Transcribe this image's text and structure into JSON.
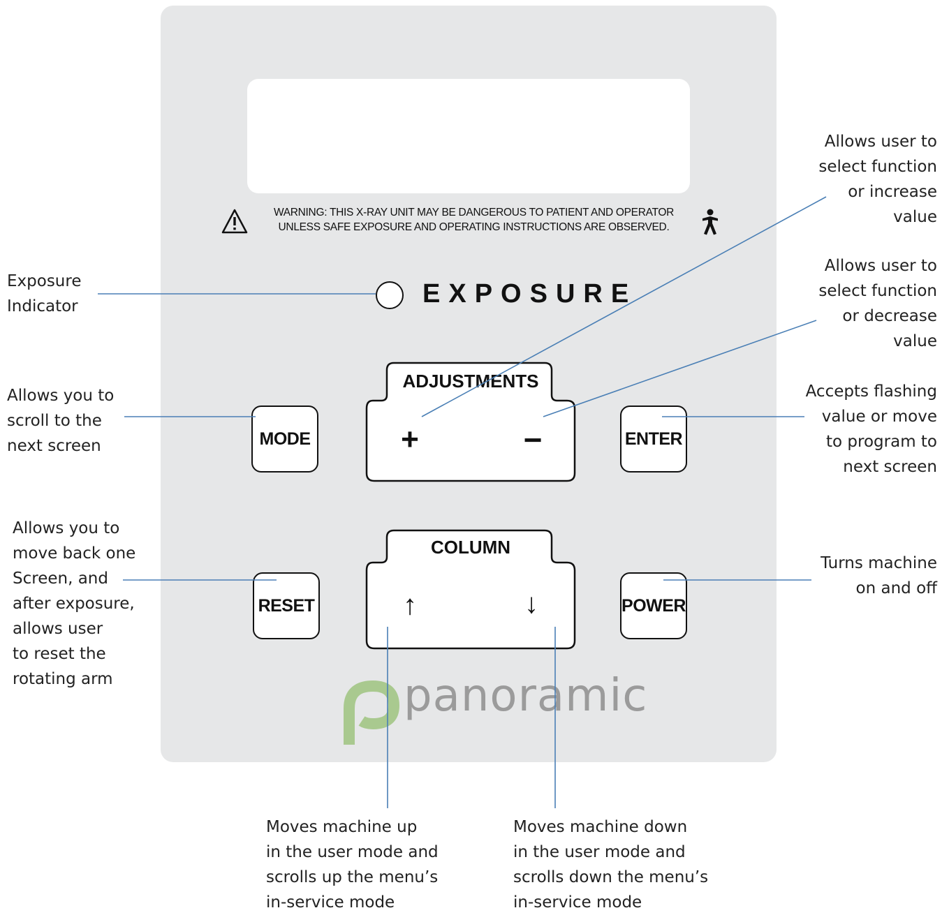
{
  "panel": {
    "warning_line1": "WARNING: THIS X-RAY UNIT MAY BE DANGEROUS TO PATIENT AND OPERATOR",
    "warning_line2": "UNLESS SAFE EXPOSURE AND OPERATING INSTRUCTIONS ARE OBSERVED.",
    "exposure_label": "EXPOSURE",
    "adjustments_label": "ADJUSTMENTS",
    "plus_glyph": "+",
    "minus_glyph": "−",
    "column_label": "COLUMN",
    "up_glyph": "↑",
    "down_glyph": "↓",
    "mode_button": "MODE",
    "enter_button": "ENTER",
    "reset_button": "RESET",
    "power_button": "POWER",
    "logo_text": "panoramic",
    "logo_tm": "™"
  },
  "callouts": {
    "exposure_indicator": [
      "Exposure",
      "Indicator"
    ],
    "mode": [
      "Allows you to",
      "scroll to the",
      "next screen"
    ],
    "reset": [
      "Allows you to",
      "move back one",
      "Screen, and",
      "after exposure,",
      "allows user",
      "to reset the",
      "rotating arm"
    ],
    "plus": [
      "Allows user to",
      "select function",
      "or increase",
      "value"
    ],
    "minus": [
      "Allows user to",
      "select function",
      "or decrease",
      "value"
    ],
    "enter": [
      "Accepts flashing",
      "value or move",
      "to program to",
      "next screen"
    ],
    "power": [
      "Turns machine",
      "on and off"
    ],
    "up": [
      "Moves machine up",
      "in the user mode and",
      "scrolls up the menu’s",
      "in-service mode"
    ],
    "down": [
      "Moves machine down",
      "in the user mode and",
      "scrolls down the menu’s",
      "in-service mode"
    ]
  },
  "colors": {
    "panel": "#e6e7e8",
    "leader_line": "#4a7fb5",
    "logo_green": "#a9c98f",
    "logo_gray": "#9b9b9b"
  }
}
